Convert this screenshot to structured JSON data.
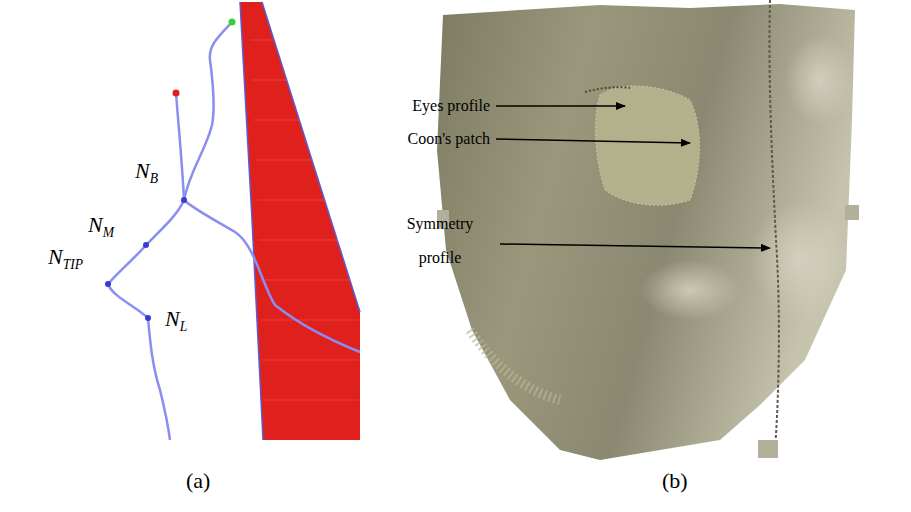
{
  "diagram": {
    "labels": [
      "NB",
      "NM",
      "NTIP",
      "NL",
      "Eyes profile",
      "Coon's patch",
      "Symmetry profile",
      "(a)",
      "(b)"
    ]
  }
}
